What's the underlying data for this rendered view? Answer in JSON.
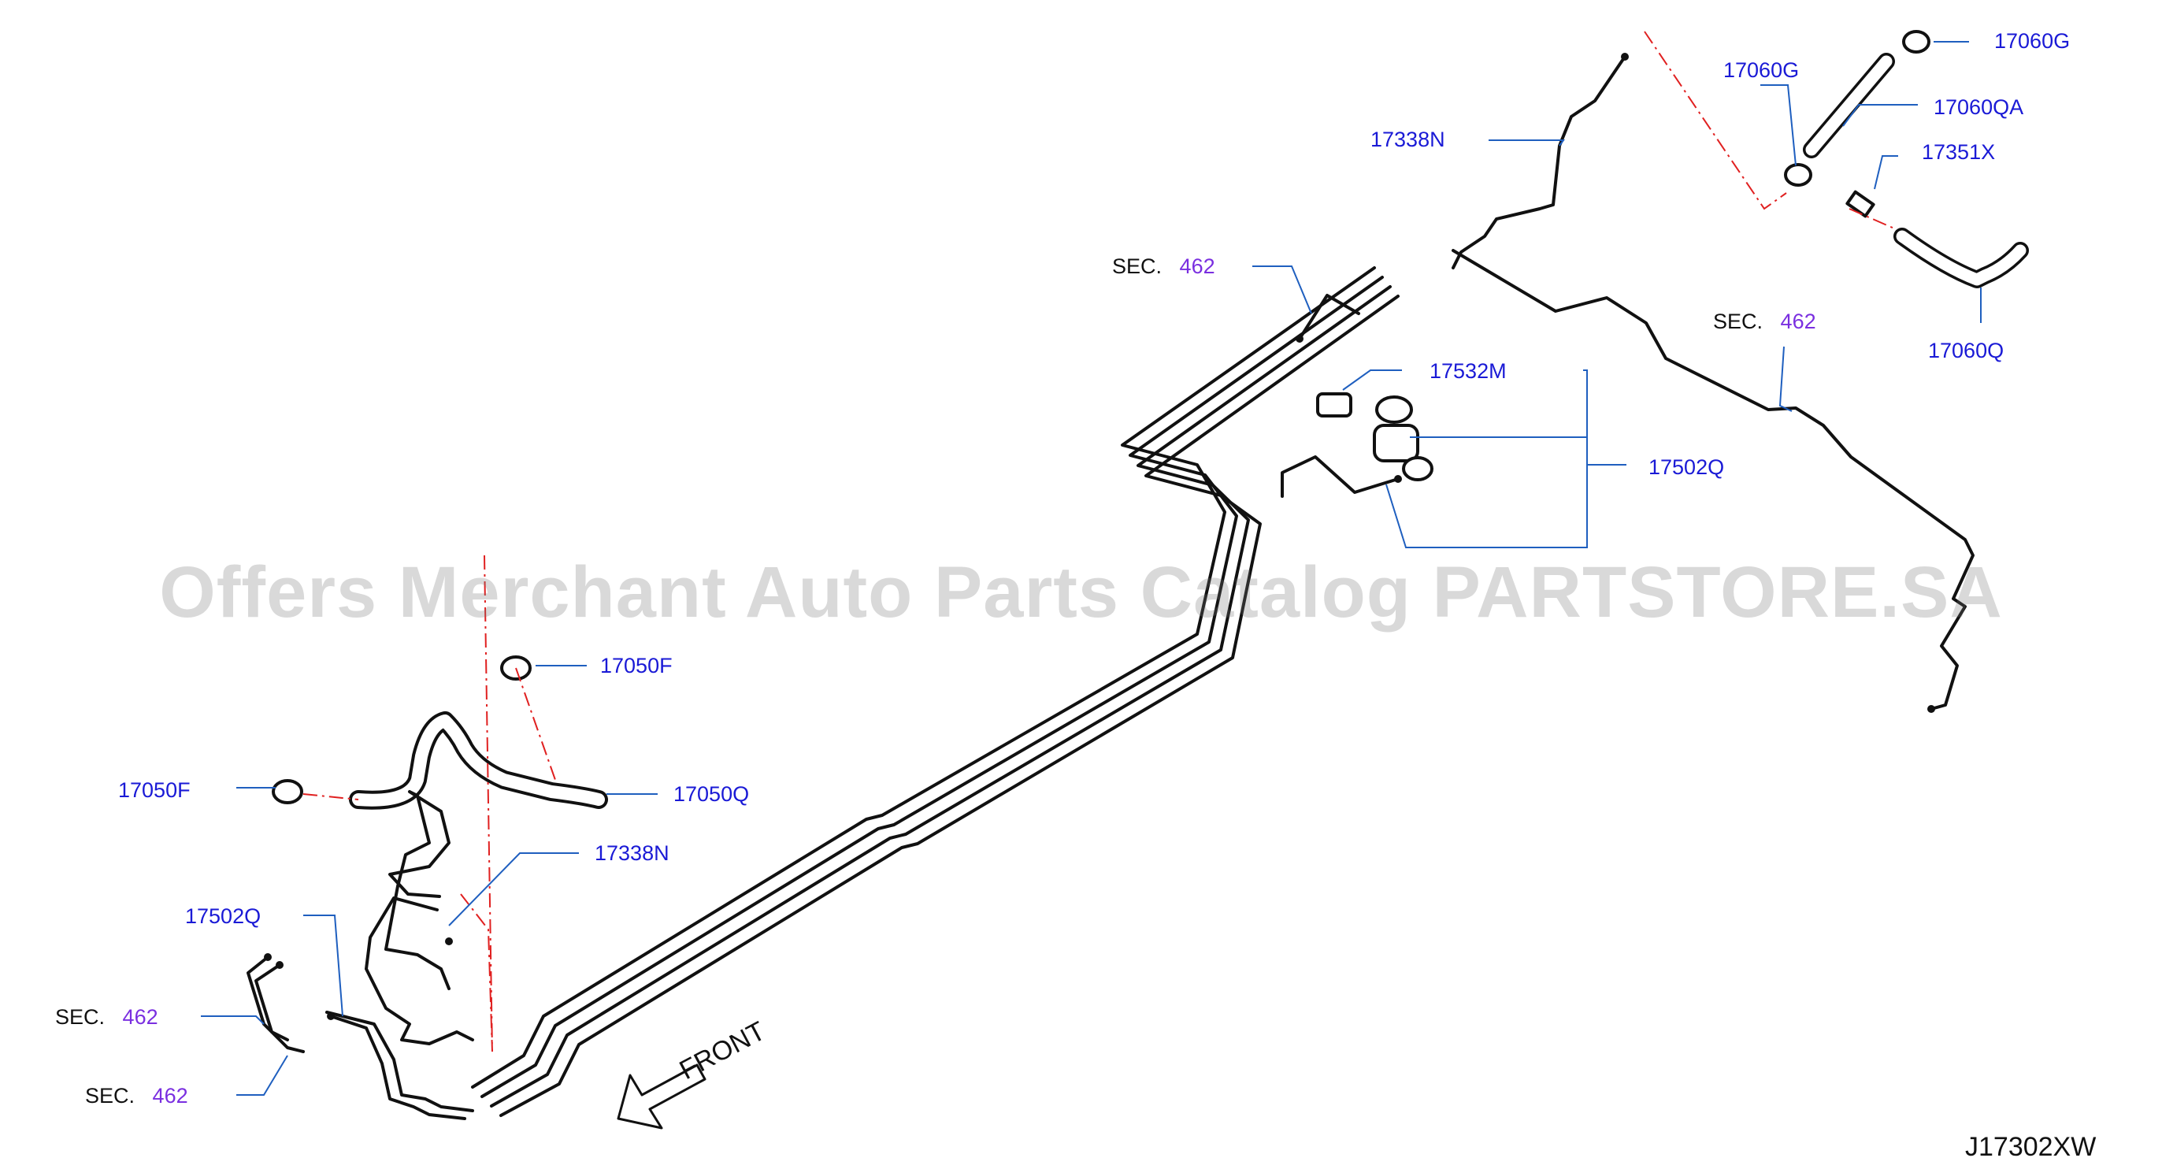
{
  "watermark": "Offers Merchant Auto Parts Catalog PARTSTORE.SA",
  "diagram_code": "J17302XW",
  "front_label": "FRONT",
  "labels": {
    "p17060G_top": "17060G",
    "p17060G_mid": "17060G",
    "p17060QA": "17060QA",
    "p17351X": "17351X",
    "p17338N_top": "17338N",
    "p17060Q": "17060Q",
    "p17532M": "17532M",
    "p17502Q_right": "17502Q",
    "p17050F_mid": "17050F",
    "p17050F_left": "17050F",
    "p17050Q": "17050Q",
    "p17338N_bottom": "17338N",
    "p17502Q_left": "17502Q"
  },
  "sec_refs": [
    {
      "prefix": "SEC.",
      "num": "462"
    },
    {
      "prefix": "SEC.",
      "num": "462"
    },
    {
      "prefix": "SEC.",
      "num": "462"
    },
    {
      "prefix": "SEC.",
      "num": "462"
    }
  ],
  "colors": {
    "line": "#111111",
    "leader": "#1f5fbf",
    "dashed": "#e02020",
    "part_number": "#1a1ad6",
    "section_ref": "#7a2fe0"
  }
}
